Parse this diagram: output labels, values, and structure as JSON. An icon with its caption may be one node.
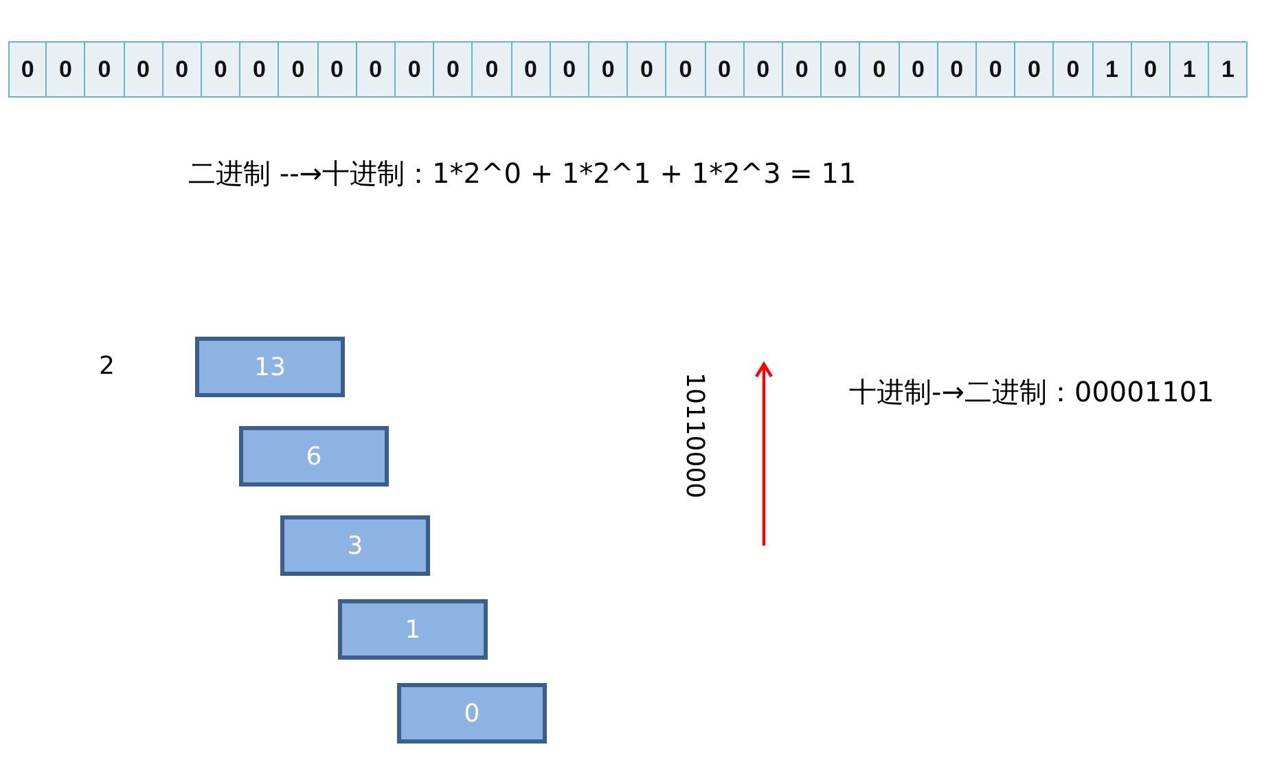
{
  "diagram": {
    "nodes": [
      {
        "text": [
          "0"
        ]
      },
      {
        "text": [
          "0"
        ]
      },
      {
        "text": [
          "0"
        ]
      },
      {
        "text": [
          "0"
        ]
      },
      {
        "text": [
          "0"
        ]
      },
      {
        "text": [
          "0"
        ]
      },
      {
        "text": [
          "0"
        ]
      },
      {
        "text": [
          "0"
        ]
      },
      {
        "text": [
          "0"
        ]
      },
      {
        "text": [
          "0"
        ]
      },
      {
        "text": [
          "0"
        ]
      },
      {
        "text": [
          "0"
        ]
      },
      {
        "text": [
          "0"
        ]
      },
      {
        "text": [
          "0"
        ]
      },
      {
        "text": [
          "0"
        ]
      },
      {
        "text": [
          "0"
        ]
      },
      {
        "text": [
          "0"
        ]
      },
      {
        "text": [
          "0"
        ]
      },
      {
        "text": [
          "0"
        ]
      },
      {
        "text": [
          "0"
        ]
      },
      {
        "text": [
          "0"
        ]
      },
      {
        "text": [
          "0"
        ]
      },
      {
        "text": [
          "0"
        ]
      },
      {
        "text": [
          "0"
        ]
      },
      {
        "text": [
          "0"
        ]
      },
      {
        "text": [
          "0"
        ]
      },
      {
        "text": [
          "0"
        ]
      },
      {
        "text": [
          "0"
        ]
      },
      {
        "text": [
          "1"
        ]
      },
      {
        "text": [
          "0"
        ]
      },
      {
        "text": [
          "1"
        ]
      },
      {
        "text": [
          "1"
        ]
      },
      {
        "text": [
          "13"
        ]
      },
      {
        "text": [
          "6"
        ]
      },
      {
        "text": [
          "3"
        ]
      },
      {
        "text": [
          "1"
        ]
      },
      {
        "text": [
          "0"
        ]
      }
    ],
    "labels": [
      "二进制 --→十进制：1*2^0 + 1*2^1 + 1*2^3 = 11",
      "2",
      "10110000",
      "十进制-→二进制：00001101"
    ]
  }
}
